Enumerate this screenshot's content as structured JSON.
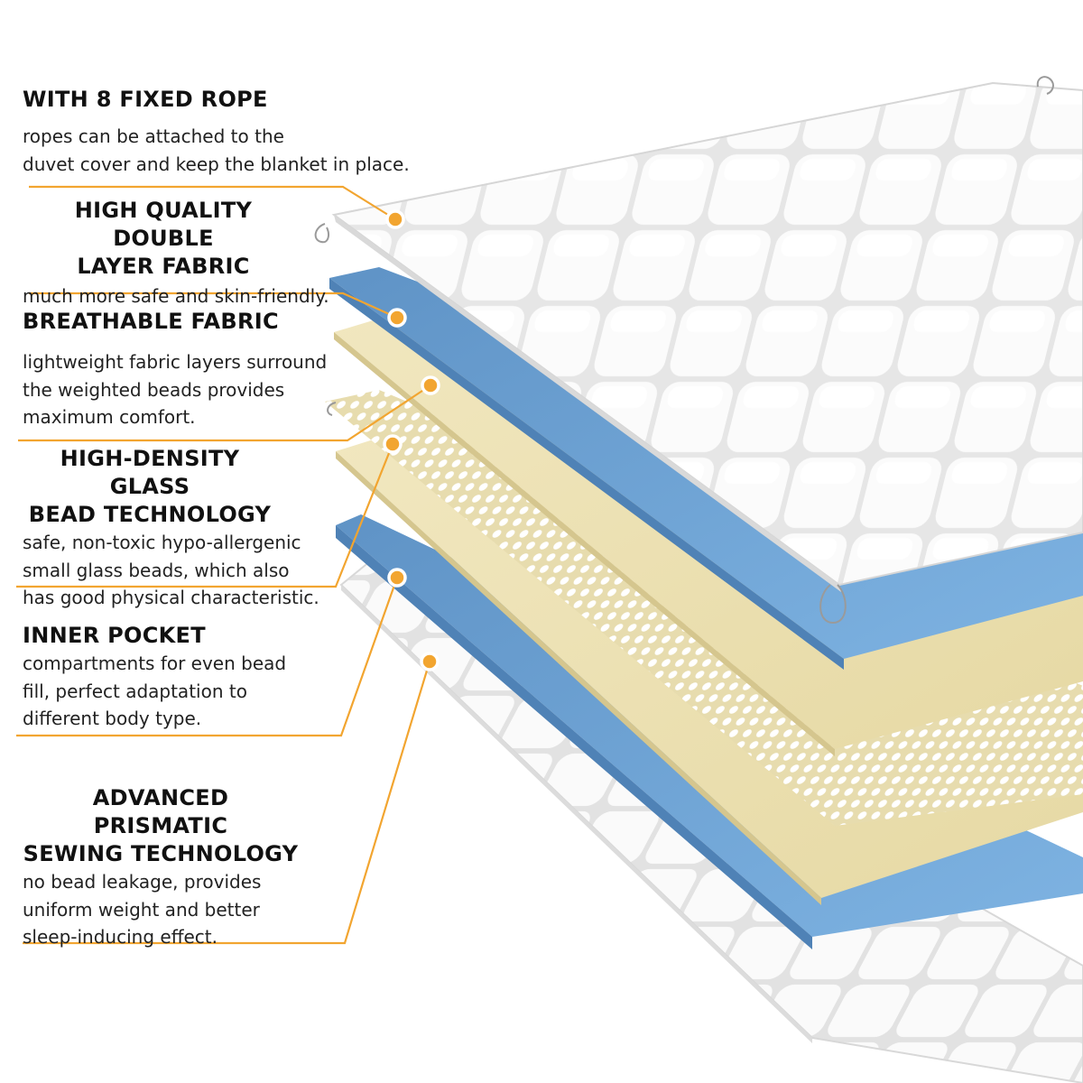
{
  "features": [
    {
      "title": "WITH 8 FIXED ROPE",
      "desc": [
        "ropes can be attached to the",
        "duvet cover and keep the blanket in place."
      ]
    },
    {
      "title_lines": [
        "HIGH QUALITY DOUBLE",
        "LAYER FABRIC"
      ],
      "desc": [
        "much more safe and skin-friendly."
      ]
    },
    {
      "title": "BREATHABLE FABRIC",
      "desc": [
        "lightweight fabric layers surround",
        "the weighted beads provides",
        "maximum comfort."
      ]
    },
    {
      "title_lines": [
        "HIGH-DENSITY GLASS",
        "BEAD TECHNOLOGY"
      ],
      "desc": [
        "safe, non-toxic hypo-allergenic",
        "small glass beads, which also",
        "has good physical characteristic."
      ]
    },
    {
      "title": "INNER POCKET",
      "desc": [
        "compartments for even bead",
        "fill, perfect adaptation to",
        "different body type."
      ]
    },
    {
      "title_lines": [
        "ADVANCED PRISMATIC",
        "SEWING TECHNOLOGY"
      ],
      "desc": [
        "no bead leakage, provides",
        "uniform weight and better",
        "sleep-inducing effect."
      ]
    }
  ],
  "colors": {
    "accent": "#f2a530",
    "blue_layer": "#6fa4d4",
    "cream_layer": "#ece2b8",
    "quilt": "#f4f4f4",
    "text": "#111111"
  }
}
